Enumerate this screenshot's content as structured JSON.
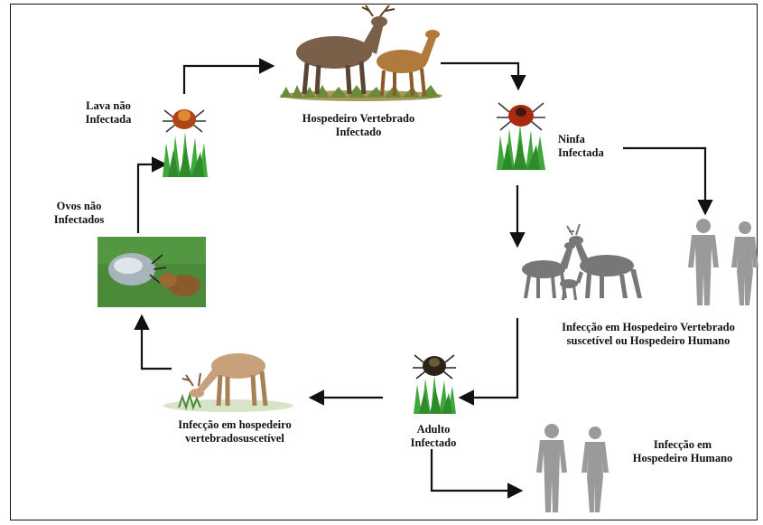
{
  "labels": {
    "vertebrate_host": "Hospedeiro Vertebrado\nInfectado",
    "nymph": "Ninfa\nInfectada",
    "larva": "Lava  não\nInfectada",
    "eggs": "Ovos  não\nInfectados",
    "susceptible_host": "Infecção em Hospedeiro Vertebrado\nsuscetível ou Hospedeiro Humano",
    "adult": "Adulto\nInfectado",
    "human_host": "Infecção em\nHospedeiro Humano",
    "deer_host": "Infecção em hospedeiro\nvertebradosuscetível"
  }
}
